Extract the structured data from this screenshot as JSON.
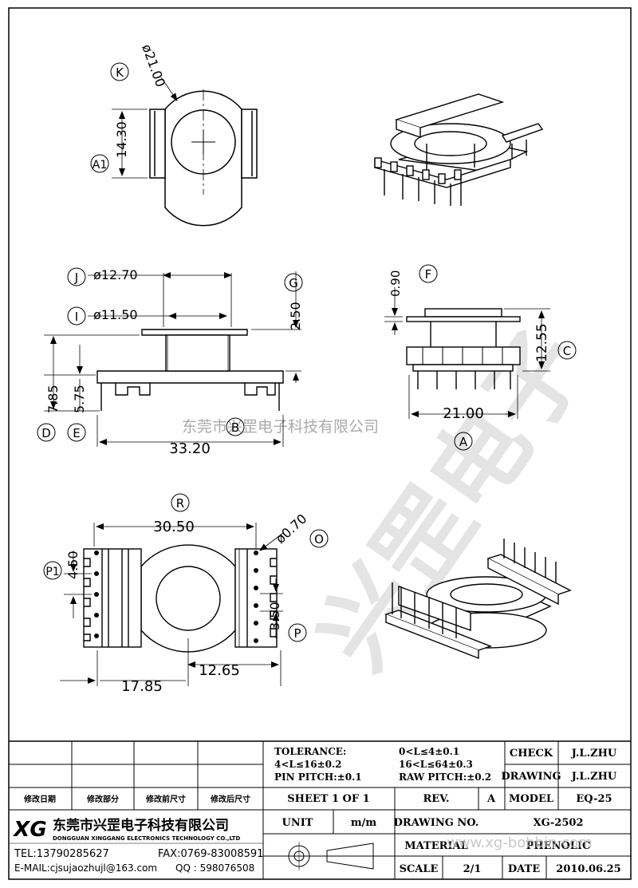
{
  "views": {
    "top": {
      "dia_label": "ø21.00",
      "height_label": "14.30",
      "letter_k": "K",
      "letter_a1": "A1"
    },
    "front": {
      "letter_j": "J",
      "dia1": "ø12.70",
      "letter_i": "I",
      "dia2": "ø11.50",
      "letter_g": "G",
      "h_top": "2.50",
      "h_total": "7.85",
      "h_mid": "5.75",
      "letter_d": "D",
      "letter_e": "E",
      "letter_b": "B",
      "width": "33.20"
    },
    "side": {
      "letter_f": "F",
      "flange": "0.90",
      "height": "12.55",
      "letter_c": "C",
      "width": "21.00",
      "letter_a": "A"
    },
    "bottom": {
      "letter_r": "R",
      "width": "30.50",
      "pin_dia": "ø0.70",
      "letter_o": "O",
      "letter_p1": "P1",
      "pitch1": "4.50",
      "pitch2": "3.50",
      "letter_p": "P",
      "left_dim": "17.85",
      "right_dim": "12.65"
    }
  },
  "watermark": "东莞市兴罡电子科技有限公司",
  "title_block": {
    "revision_headers": [
      "修改日期",
      "修改部分",
      "修改前尺寸",
      "修改后尺寸"
    ],
    "tolerance_label": "TOLERANCE:",
    "tol_line2": "4<L≤16±0.2",
    "tol_line3": "PIN PITCH:±0.1",
    "tol_right1": "0<L≤4±0.1",
    "tol_right2": "16<L≤64±0.3",
    "tol_right3": "RAW PITCH:±0.2",
    "check_label": "CHECK",
    "check_value": "J.L.ZHU",
    "drawing_label": "DRAWING",
    "drawing_value": "J.L.ZHU",
    "sheet": "SHEET 1 OF 1",
    "rev_label": "REV.",
    "rev_value": "A",
    "model_label": "MODEL",
    "model_value": "EQ-25",
    "unit_label": "UNIT",
    "unit_value": "m/m",
    "drawing_no_label": "DRAWING NO.",
    "drawing_no_value": "XG-2502",
    "material_label": "MATERIAL",
    "material_value": "PHENOLIC",
    "scale_label": "SCALE",
    "scale_value": "2/1",
    "date_label": "DATE",
    "date_value": "2010.06.25",
    "company_cn": "东莞市兴罡电子科技有限公司",
    "company_en": "DONGGUAN XINGGANG ELECTRONICS TECHNOLOGY CO.,LTD",
    "tel": "TEL:13790285627",
    "fax": "FAX:0769-83008591",
    "email": "E-MAIL:cjsujaozhujl@163.com",
    "qq": "QQ : 598076508",
    "logo": "XG",
    "web_watermark": "www.xg-bobbin.com"
  }
}
